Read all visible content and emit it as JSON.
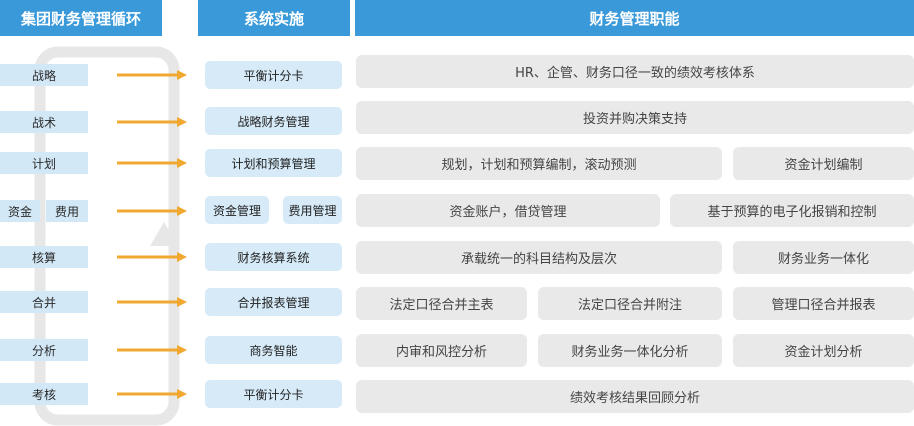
{
  "headers": {
    "cycle": "集团财务管理循环",
    "system": "系统实施",
    "function": "财务管理职能"
  },
  "colors": {
    "header_bg": "#3a9ad9",
    "stage_bg": "#d2e8f6",
    "system_bg": "#d6eaf8",
    "function_bg": "#e9e9e9",
    "arrow": "#f0a830",
    "cycle_track": "#e7e7e7"
  },
  "rows": [
    {
      "stages": [
        "战略"
      ],
      "systems": [
        "平衡计分卡"
      ],
      "functions": [
        "HR、企管、财务口径一致的绩效考核体系"
      ]
    },
    {
      "stages": [
        "战术"
      ],
      "systems": [
        "战略财务管理"
      ],
      "functions": [
        "投资并购决策支持"
      ]
    },
    {
      "stages": [
        "计划"
      ],
      "systems": [
        "计划和预算管理"
      ],
      "functions": [
        "规划，计划和预算编制，滚动预测",
        "资金计划编制"
      ]
    },
    {
      "stages": [
        "资金",
        "费用"
      ],
      "systems": [
        "资金管理",
        "费用管理"
      ],
      "functions": [
        "资金账户，借贷管理",
        "基于预算的电子化报销和控制"
      ]
    },
    {
      "stages": [
        "核算"
      ],
      "systems": [
        "财务核算系统"
      ],
      "functions": [
        "承载统一的科目结构及层次",
        "财务业务一体化"
      ]
    },
    {
      "stages": [
        "合并"
      ],
      "systems": [
        "合并报表管理"
      ],
      "functions": [
        "法定口径合并主表",
        "法定口径合并附注",
        "管理口径合并报表"
      ]
    },
    {
      "stages": [
        "分析"
      ],
      "systems": [
        "商务智能"
      ],
      "functions": [
        "内审和风控分析",
        "财务业务一体化分析",
        "资金计划分析"
      ]
    },
    {
      "stages": [
        "考核"
      ],
      "systems": [
        "平衡计分卡"
      ],
      "functions": [
        "绩效考核结果回顾分析"
      ]
    }
  ]
}
